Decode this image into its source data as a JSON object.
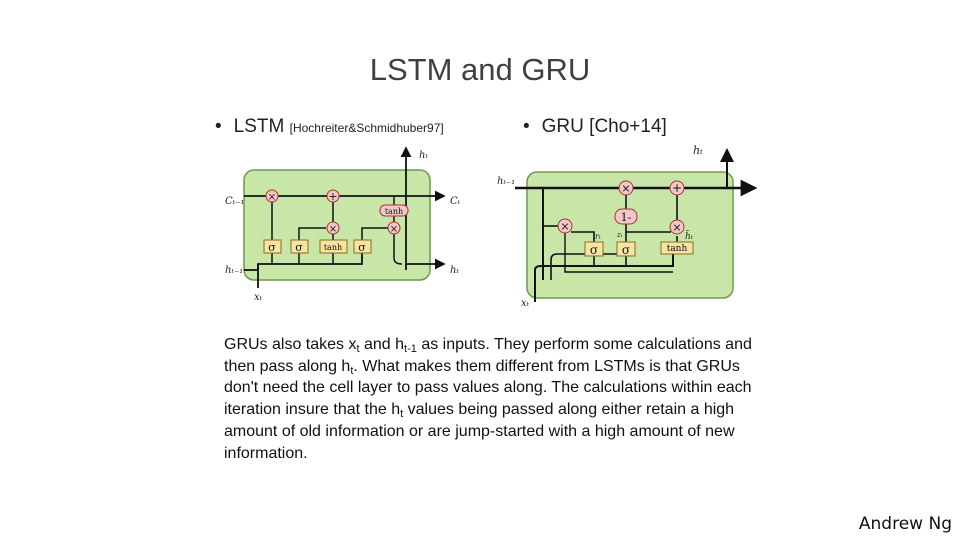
{
  "slide": {
    "title": "LSTM and GRU",
    "author": "Andrew Ng"
  },
  "bullets": {
    "symbol": "•",
    "lstm": {
      "name": "LSTM",
      "citation": "[Hochreiter&Schmidhuber97]"
    },
    "gru": {
      "name": "GRU",
      "citation": "[Cho+14]"
    }
  },
  "lstm_diagram": {
    "c_in": "Cₜ₋₁",
    "c_out": "Cₜ",
    "h_top": "hₜ",
    "h_in": "hₜ₋₁",
    "h_out": "hₜ",
    "x_in": "xₜ",
    "gates": [
      "σ",
      "σ",
      "tanh",
      "σ"
    ],
    "ops": {
      "times": "×",
      "plus": "+",
      "tanh": "tanh"
    },
    "colors": {
      "box": "#c8e6a8",
      "box_stroke": "#6f9a4c"
    }
  },
  "gru_diagram": {
    "h_in": "hₜ₋₁",
    "h_out": "hₜ",
    "x_in": "xₜ",
    "r_label": "rₜ",
    "z_label": "zₜ",
    "htilde_label": "h̃ₜ",
    "gates": [
      "σ",
      "σ",
      "tanh"
    ],
    "ops": {
      "times": "×",
      "plus": "+",
      "one_minus": "1-"
    },
    "colors": {
      "box": "#c8e6a8",
      "box_stroke": "#6f9a4c"
    }
  },
  "body": {
    "p1": "GRUs also takes x",
    "s1": "t",
    "p2": " and h",
    "s2": "t-1",
    "p3": " as inputs.  They perform some calculations and then pass along h",
    "s3": "t",
    "p4": ". What makes them different from LSTMs is that GRUs don't need the cell layer to pass values along.  The calculations within each iteration insure that the h",
    "s4": "t",
    "p5": " values being passed along either retain a high amount of old information or are jump-started with a high amount of new information."
  }
}
